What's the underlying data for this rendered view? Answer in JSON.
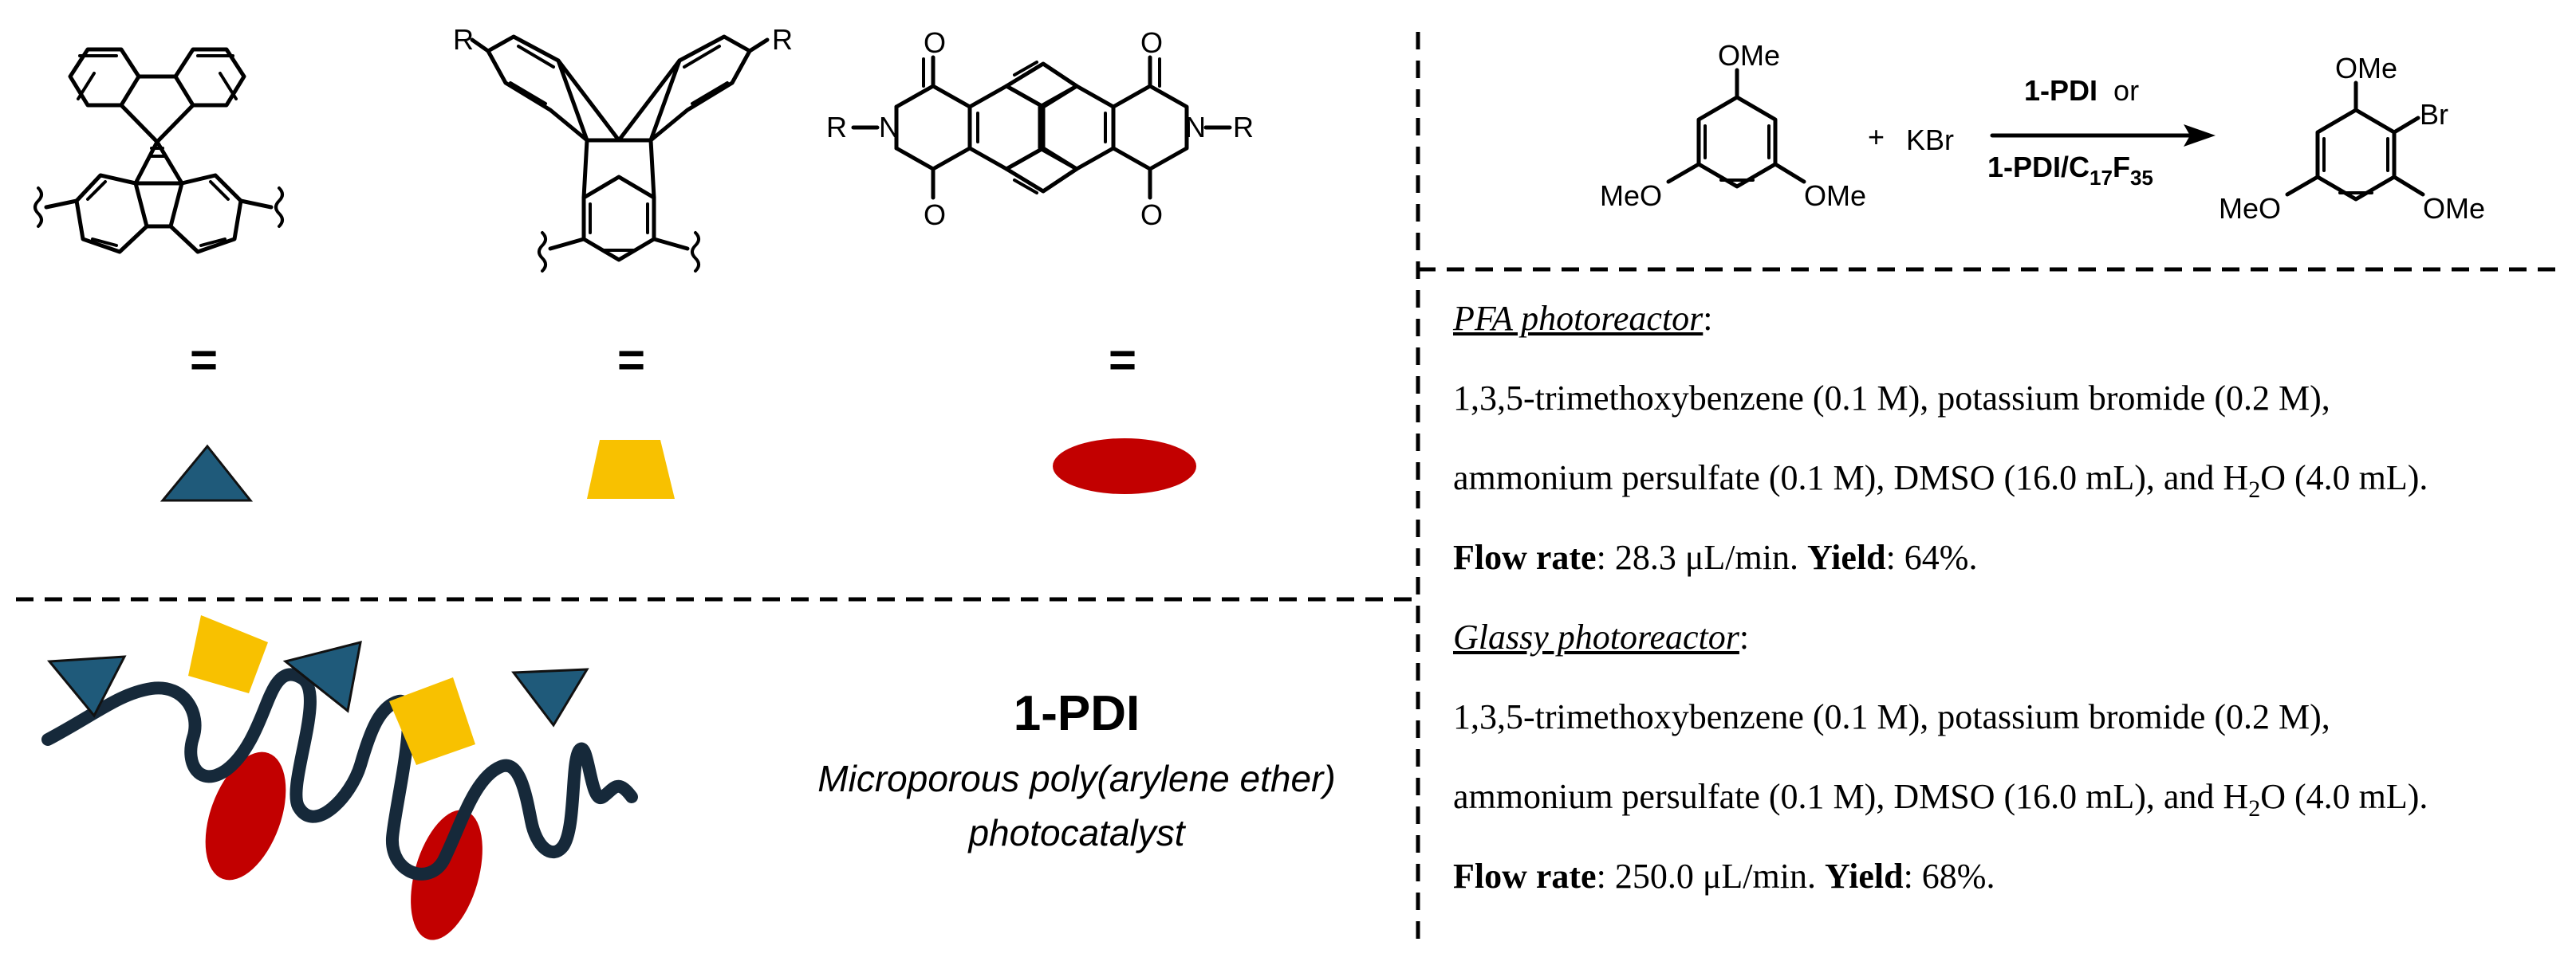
{
  "monomers": {
    "substituent_r": "R",
    "nitrogen": "N",
    "oxygen": "O",
    "equals_sign": "="
  },
  "colors": {
    "triangle": "#1f5a7a",
    "trapezoid": "#f8c100",
    "ellipse": "#c20000",
    "polymer_chain": "#16293a"
  },
  "catalyst": {
    "name": "1-PDI",
    "description_line1": "Microporous poly(arylene ether)",
    "description_line2": "photocatalyst"
  },
  "reaction": {
    "reactant_methoxy": "OMe",
    "reactant_methoxy_left": "MeO",
    "plus_sign": "+",
    "reagent": "KBr",
    "arrow_top": "1-PDI",
    "arrow_top_suffix": "or",
    "arrow_bottom": "1-PDI/C",
    "arrow_bottom_sub1": "17",
    "arrow_bottom_mid": "F",
    "arrow_bottom_sub2": "35",
    "product_bromine": "Br"
  },
  "conditions": [
    {
      "reactor": "PFA photoreactor",
      "line1": "1,3,5-trimethoxybenzene (0.1 M), potassium bromide (0.2 M),",
      "line2_a": "ammonium persulfate (0.1 M), DMSO (16.0 mL), and H",
      "line2_sub": "2",
      "line2_b": "O (4.0 mL).",
      "flow_label": "Flow rate",
      "flow_value": ": 28.3 μL/min. ",
      "yield_label": "Yield",
      "yield_value": ": 64%."
    },
    {
      "reactor": "Glassy photoreactor",
      "line1": "1,3,5-trimethoxybenzene (0.1 M), potassium bromide (0.2 M),",
      "line2_a": "ammonium persulfate (0.1 M), DMSO (16.0 mL), and H",
      "line2_sub": "2",
      "line2_b": "O (4.0 mL).",
      "flow_label": "Flow rate",
      "flow_value": ": 250.0 μL/min. ",
      "yield_label": "Yield",
      "yield_value": ": 68%."
    }
  ]
}
